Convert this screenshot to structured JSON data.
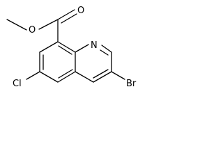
{
  "molecule": {
    "labels": {
      "ester_oxygen": "O",
      "carbonyl_oxygen": "O",
      "nitrogen": "N",
      "chlorine": "Cl",
      "bromine": "Br"
    }
  },
  "colors": {
    "bond": "#000000",
    "label": "#000000",
    "background": "#ffffff"
  }
}
